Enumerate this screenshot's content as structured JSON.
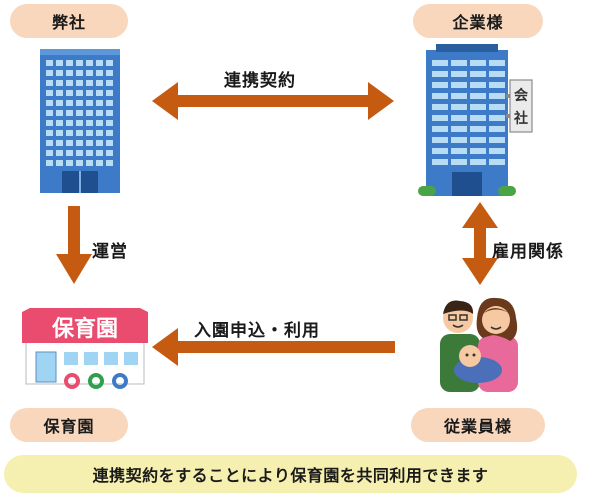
{
  "nodes": {
    "heisha": "弊社",
    "kigyo": "企業様",
    "hoikuen": "保育園",
    "jugyoin": "従業員様"
  },
  "relations": {
    "renkei": "連携契約",
    "unei": "運営",
    "koyo": "雇用関係",
    "nyuen": "入園申込・利用"
  },
  "signs": {
    "company_sign": [
      "会",
      "社"
    ],
    "nursery_sign": "保育園"
  },
  "footer": "連携契約をすることにより保育園を共同利用できます",
  "colors": {
    "arrow": "#c55a11",
    "pill": "#f8d7bd",
    "footer_bg": "#f6f0b0",
    "building_blue": "#3d7bc8",
    "nursery_roof": "#e94c6e"
  },
  "icons": [
    "office-building-icon",
    "company-building-icon",
    "nursery-school-icon",
    "family-icon"
  ]
}
